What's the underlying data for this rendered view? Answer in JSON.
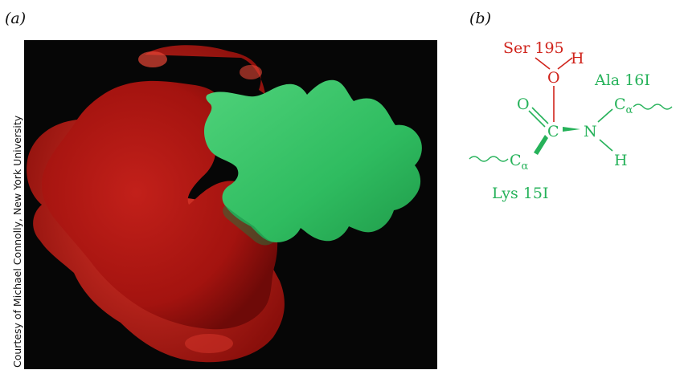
{
  "panels": {
    "a_label": "(a)",
    "b_label": "(b)"
  },
  "credit": "Courtesy of Michael Connolly, New York University",
  "scheme": {
    "ser_label": "Ser 195",
    "oxygen_ser": "O",
    "hydrogen_ser": "H",
    "ala_label": "Ala 16I",
    "carbonyl_oxygen": "O",
    "carbon": "C",
    "nitrogen": "N",
    "amide_hydrogen": "H",
    "calpha_left": "C",
    "calpha_right": "C",
    "alpha_sub": "α",
    "lys_label": "Lys 15I"
  },
  "colors": {
    "enzyme_red": "#d0241c",
    "inhibitor_green": "#26b25a",
    "background": "#060606"
  }
}
